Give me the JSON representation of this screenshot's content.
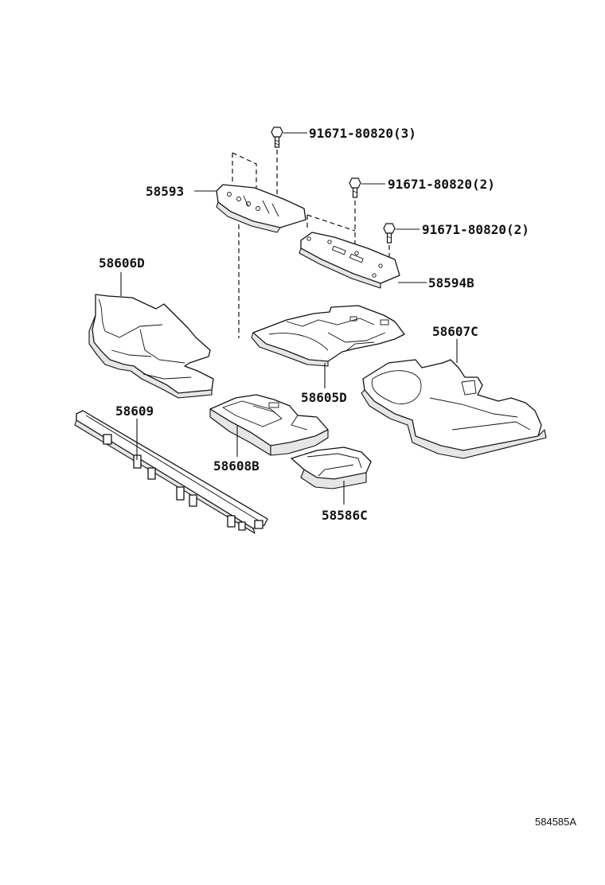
{
  "labels": {
    "bolt_a": "91671-80820(3)",
    "bolt_b": "91671-80820(2)",
    "bolt_c": "91671-80820(2)",
    "p58593": "58593",
    "p58594B": "58594B",
    "p58606D": "58606D",
    "p58607C": "58607C",
    "p58605D": "58605D",
    "p58609": "58609",
    "p58608B": "58608B",
    "p58586C": "58586C"
  },
  "figure_id": "584585A"
}
